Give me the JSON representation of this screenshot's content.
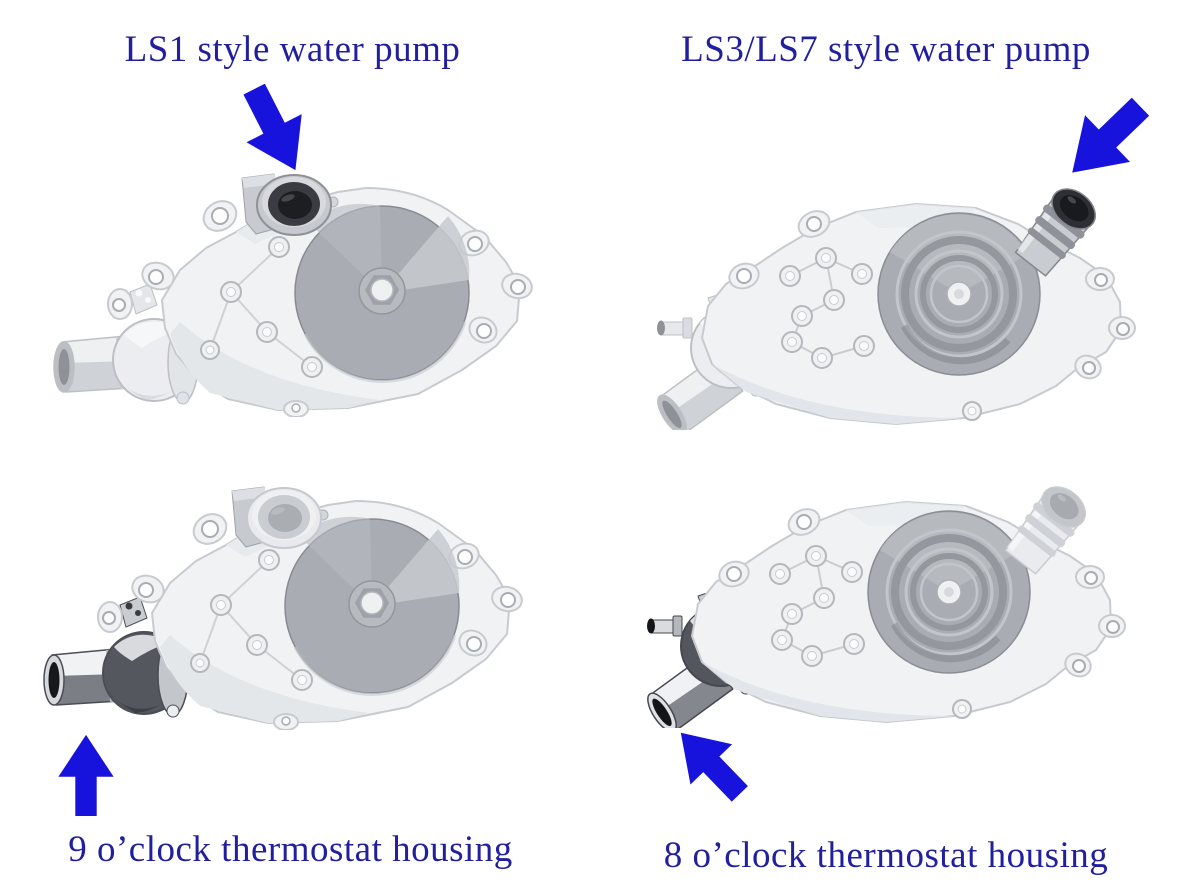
{
  "colors": {
    "background": "#ffffff",
    "label_blue": "#211f9e",
    "arrow_blue": "#1813dc"
  },
  "labels": {
    "top_left": "LS1 style water pump",
    "top_right": "LS3/LS7 style water pump",
    "bottom_left": "9 o’clock thermostat housing",
    "bottom_right": "8 o’clock thermostat housing"
  },
  "arrows": {
    "top_left": "down-right",
    "top_right": "down-left",
    "bottom_left": "up",
    "bottom_right": "up-left"
  },
  "illustrations": {
    "top_left": "ls1-water-pump",
    "top_right": "ls3-ls7-water-pump",
    "bottom_left": "ls1-water-pump-thermostat-highlighted",
    "bottom_right": "ls3-ls7-water-pump-thermostat-highlighted"
  }
}
